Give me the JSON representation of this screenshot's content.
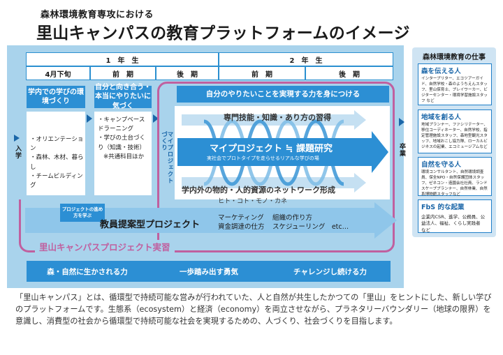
{
  "header": {
    "subtitle": "森林環境教育専攻における",
    "title": "里山キャンパスの教育プラットフォームのイメージ"
  },
  "timeline": {
    "year1": "1　年　生",
    "year2": "2　年　生",
    "periods": [
      "4月下旬",
      "前　期",
      "後　期",
      "前　期",
      "後　期"
    ]
  },
  "flow": {
    "entry_label": "入学",
    "graduation_label": "卒業",
    "stage1": {
      "heading": "学内での学びの環境づくり",
      "items": [
        "・オリエンテーション",
        "・森林、木材、暮らし",
        "・チームビルディング"
      ]
    },
    "stage2": {
      "heading": "自分と向き合う・本当にやりたいに気づく",
      "items": [
        "・キャンプベースドラーニング",
        "・学びの土台づくり（知識・技術）",
        "※共通科目ほか"
      ]
    },
    "my_project_vertical": "マイプロジェクトづくり",
    "stage3": {
      "heading": "自分のやりたいことを実現する力を身につける",
      "skills": "専門技能・知識・あり方の習得",
      "my_project": "マイプロジェクト ≒ 課題研究",
      "my_project_sub": "実社会でプロトタイプを走らせるリアルな学びの場",
      "network": "学内外の物的・人的資源のネットワーク形成",
      "resources": "ヒト・コト・モノ・カネ"
    },
    "proposal": {
      "tag": "プロジェクトの進め方を学ぶ",
      "title": "教員提案型プロジェクト",
      "col1": [
        "マーケティング",
        "資金調達の仕方"
      ],
      "col2": [
        "組織の作り方",
        "スケジューリング　etc…"
      ]
    },
    "project_label": "里山キャンパスプロジェクト実習"
  },
  "strengths": [
    "森・自然に生かされる力",
    "一歩踏み出す勇気",
    "チャレンジし続ける力"
  ],
  "sidebar": {
    "title": "森林環境教育の仕事",
    "cards": [
      {
        "title": "森を伝える人",
        "body": "インタープリター、エコツアーガイド、自然学校・森のようちえんスタッフ、里山保育士、プレイワーカー、ビジターセンター・環境学習施設スタッフ など"
      },
      {
        "title": "地域を創る人",
        "body": "地域プランナー、ファシリテーター、移住コーディネーター、自然学校、指定管理施設スタッフ、森地型観光スタッフ、地域おこし協力隊、ローカルビジネスの起業、エコミュージアムなど"
      },
      {
        "title": "自然を守る人",
        "body": "環境コンサルタント、自然環境調査員、保全NPO・自然保護団体スタッフ、ゼネコン・造園会社社員、ランドスケーププランナー、自然林業、自然系博物館スタッフなど"
      },
      {
        "title": "FbS 的な起業",
        "body": "企業内CSR、進学、公務員、公益法人、福祉、くらし実践者　など"
      }
    ]
  },
  "description": "「里山キャンパス」とは、循環型で持続可能な営みが行われていた、人と自然が共生したかつての「里山」をヒントにした、新しい学びのプラットフォームです。生態系（ecosystem）と経済（economy）を両立させながら、プラネタリーバウンダリー（地球の限界）を意識し、消費型の社会から循環型で持続可能な社会を実現するための、人づくり、社会づくりを目指します。",
  "colors": {
    "accent_blue": "#2c8fd4",
    "board_blue": "#a9d3ec",
    "project_pink": "#c0609f",
    "dark_blue": "#1a66a8"
  }
}
